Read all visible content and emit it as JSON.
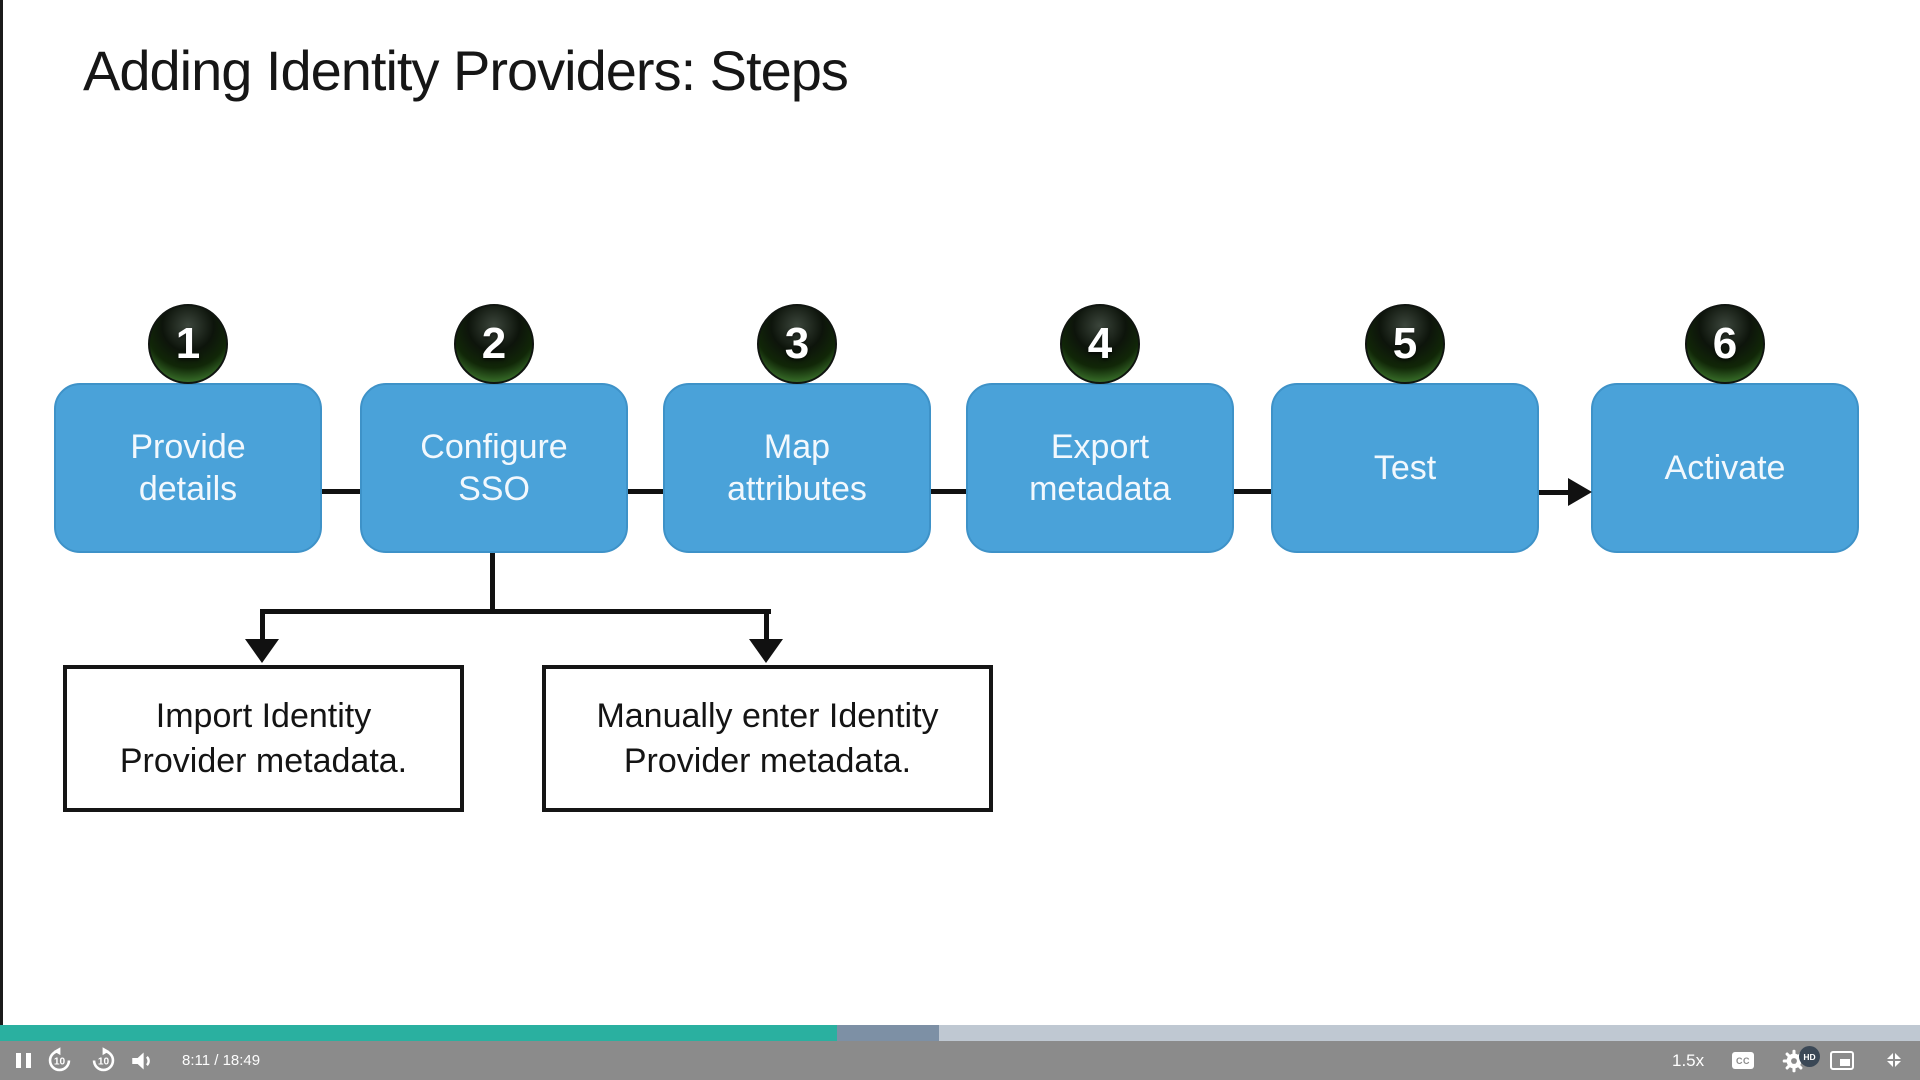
{
  "slide": {
    "title": "Adding Identity Providers: Steps",
    "steps": [
      {
        "num": "1",
        "line1": "Provide",
        "line2": "details"
      },
      {
        "num": "2",
        "line1": "Configure",
        "line2": "SSO"
      },
      {
        "num": "3",
        "line1": "Map",
        "line2": "attributes"
      },
      {
        "num": "4",
        "line1": "Export",
        "line2": "metadata"
      },
      {
        "num": "5",
        "line1": "Test",
        "line2": ""
      },
      {
        "num": "6",
        "line1": "Activate",
        "line2": ""
      }
    ],
    "branch_boxes": [
      {
        "line1": "Import Identity",
        "line2": "Provider metadata."
      },
      {
        "line1": "Manually enter Identity",
        "line2": "Provider metadata."
      }
    ],
    "colors": {
      "step_fill": "#4aa2d9",
      "badge_green": "#5aa23e",
      "connector": "#111111"
    }
  },
  "player": {
    "time_display": "8:11 / 18:49",
    "speed_label": "1.5x",
    "cc_label": "CC",
    "hd_badge": "HD",
    "rewind_seconds": "10",
    "forward_seconds": "10",
    "progress": {
      "played_pct": 43.6,
      "buffered_end_pct": 48.9
    },
    "icons": {
      "left": [
        "pause-icon",
        "rewind-10-icon",
        "forward-10-icon",
        "volume-icon"
      ],
      "right": [
        "captions-icon",
        "settings-gear-icon",
        "hd-quality-badge",
        "picture-in-picture-icon",
        "exit-fullscreen-icon"
      ]
    },
    "colors": {
      "bar_background": "#8b8b8b",
      "played": "#2ab0a0",
      "buffered": "#7d90a5",
      "remaining": "#bfc8d2"
    }
  }
}
